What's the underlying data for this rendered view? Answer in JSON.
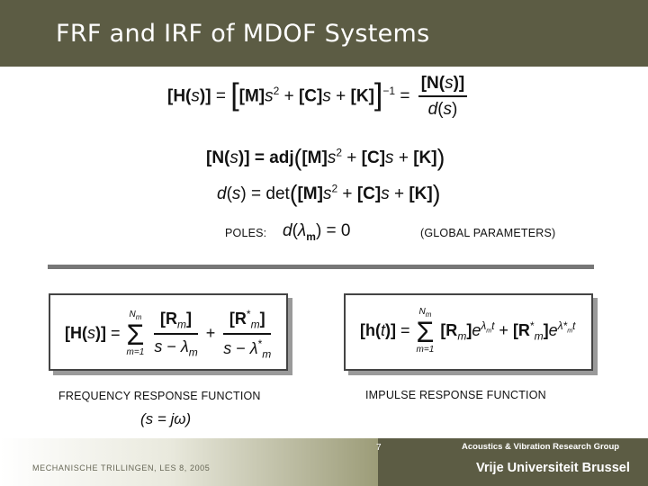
{
  "slide": {
    "title": "FRF and IRF of MDOF Systems",
    "poles_label": "POLES:",
    "global_label": "(GLOBAL PARAMETERS)",
    "frf_label": "FREQUENCY RESPONSE FUNCTION",
    "irf_label": "IMPULSE RESPONSE FUNCTION",
    "s_substitution": "(s = jω)"
  },
  "equations": {
    "h_of_s_inverse": "[H(s)] = [[M]s² + [C]s + [K]]⁻¹ = [N(s)] / d(s)",
    "n_of_s": "[N(s)] = adj([M]s² + [C]s + [K])",
    "d_of_s": "d(s) = det([M]s² + [C]s + [K])",
    "poles": "d(λm) = 0",
    "frf_modal": "[H(s)] = Σ_{m=1}^{Nm} ( [Rm]/(s − λm) + [R*m]/(s − λ*m) )",
    "irf_modal": "[h(t)] = Σ_{m=1}^{Nm} ( [Rm] e^{λm t} + [R*m] e^{λ*m t} )"
  },
  "footer": {
    "page_number": "7",
    "course": "MECHANISCHE TRILLINGEN, LES 8, 2005",
    "group": "Acoustics & Vibration Research Group",
    "university": "Vrije Universiteit Brussel"
  },
  "colors": {
    "title_bar": "#5c5c44",
    "divider": "#777777",
    "text": "#111111"
  }
}
